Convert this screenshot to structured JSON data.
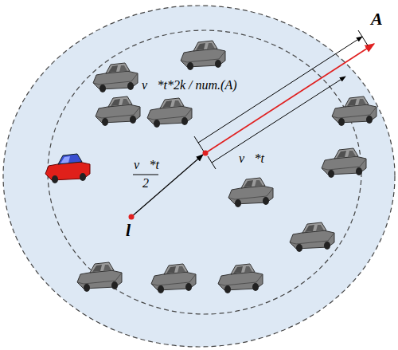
{
  "diagram": {
    "labels": [
      "A",
      "v⃗*t*2k / num.(A)",
      "v⃗*t",
      "2",
      "v⃗*t",
      "l"
    ]
  }
}
